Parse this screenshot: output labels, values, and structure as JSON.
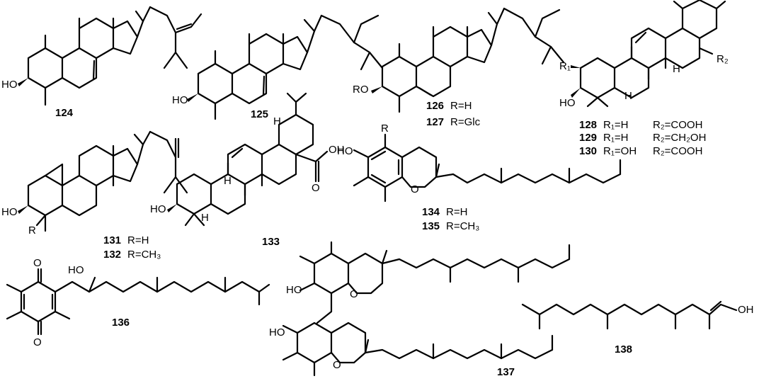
{
  "compounds": [
    {
      "id": "124",
      "label": "124",
      "groups": [
        "HO"
      ]
    },
    {
      "id": "125",
      "label": "125",
      "groups": [
        "HO"
      ]
    },
    {
      "id": "126",
      "label": "126",
      "sub_label": "R=H",
      "groups": [
        "RO"
      ]
    },
    {
      "id": "127",
      "label": "127",
      "sub_label": "R=Glc"
    },
    {
      "id": "128",
      "label": "128",
      "r1": "R₁=H",
      "r2": "R₂=COOH",
      "groups": [
        "R₁",
        "R₂",
        "HO",
        "H",
        "H"
      ]
    },
    {
      "id": "129",
      "label": "129",
      "r1": "R₁=H",
      "r2": "R₂=CH₂OH"
    },
    {
      "id": "130",
      "label": "130",
      "r1": "R₁=OH",
      "r2": "R₂=COOH"
    },
    {
      "id": "131",
      "label": "131",
      "sub_label": "R=H",
      "groups": [
        "HO",
        "R"
      ]
    },
    {
      "id": "132",
      "label": "132",
      "sub_label": "R=CH₃"
    },
    {
      "id": "133",
      "label": "133",
      "groups": [
        "OH",
        "O",
        "HO",
        "H",
        "H",
        "H"
      ]
    },
    {
      "id": "134",
      "label": "134",
      "sub_label": "R=H",
      "groups": [
        "R",
        "HO",
        "O"
      ]
    },
    {
      "id": "135",
      "label": "135",
      "sub_label": "R=CH₃"
    },
    {
      "id": "136",
      "label": "136",
      "groups": [
        "O",
        "O",
        "HO"
      ]
    },
    {
      "id": "137",
      "label": "137",
      "groups": [
        "O",
        "HO",
        "HO",
        "O"
      ]
    },
    {
      "id": "138",
      "label": "138",
      "groups": [
        "OH"
      ]
    }
  ]
}
